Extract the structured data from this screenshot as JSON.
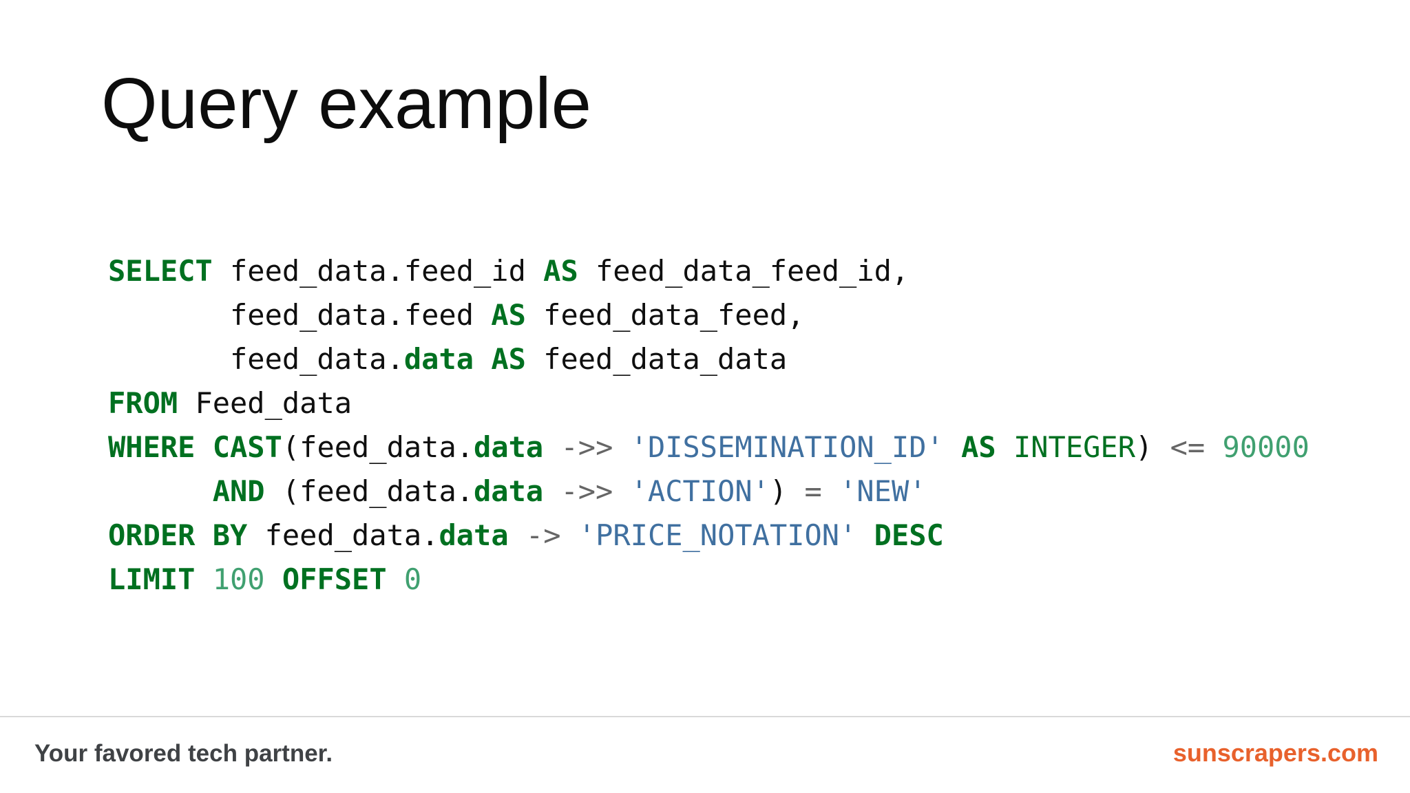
{
  "slide": {
    "title": "Query example"
  },
  "code": {
    "language": "sql",
    "plain_text": "SELECT feed_data.feed_id AS feed_data_feed_id,\n       feed_data.feed AS feed_data_feed,\n       feed_data.data AS feed_data_data\nFROM Feed_data\nWHERE CAST(feed_data.data ->> 'DISSEMINATION_ID' AS INTEGER) <= 90000\n      AND (feed_data.data ->> 'ACTION') = 'NEW'\nORDER BY feed_data.data -> 'PRICE_NOTATION' DESC\nLIMIT 100 OFFSET 0",
    "token_colors": {
      "keyword": "#007020",
      "builtin": "#007020",
      "string": "#4070a0",
      "number": "#40a070",
      "operator": "#666666",
      "text": "#0f0f0f"
    },
    "lines": [
      [
        {
          "t": "SELECT",
          "c": "kw"
        },
        {
          "t": " feed_data.feed_id ",
          "c": ""
        },
        {
          "t": "AS",
          "c": "kw"
        },
        {
          "t": " feed_data_feed_id,",
          "c": ""
        }
      ],
      [
        {
          "t": "       feed_data.feed ",
          "c": ""
        },
        {
          "t": "AS",
          "c": "kw"
        },
        {
          "t": " feed_data_feed,",
          "c": ""
        }
      ],
      [
        {
          "t": "       feed_data.",
          "c": ""
        },
        {
          "t": "data",
          "c": "kw"
        },
        {
          "t": " ",
          "c": ""
        },
        {
          "t": "AS",
          "c": "kw"
        },
        {
          "t": " feed_data_data",
          "c": ""
        }
      ],
      [
        {
          "t": "FROM",
          "c": "kw"
        },
        {
          "t": " Feed_data",
          "c": ""
        }
      ],
      [
        {
          "t": "WHERE",
          "c": "kw"
        },
        {
          "t": " ",
          "c": ""
        },
        {
          "t": "CAST",
          "c": "kw"
        },
        {
          "t": "(feed_data.",
          "c": ""
        },
        {
          "t": "data",
          "c": "kw"
        },
        {
          "t": " ",
          "c": ""
        },
        {
          "t": "->>",
          "c": "o"
        },
        {
          "t": " ",
          "c": ""
        },
        {
          "t": "'DISSEMINATION_ID'",
          "c": "s"
        },
        {
          "t": " ",
          "c": ""
        },
        {
          "t": "AS",
          "c": "kw"
        },
        {
          "t": " ",
          "c": ""
        },
        {
          "t": "INTEGER",
          "c": "nb"
        },
        {
          "t": ") ",
          "c": ""
        },
        {
          "t": "<=",
          "c": "o"
        },
        {
          "t": " ",
          "c": ""
        },
        {
          "t": "90000",
          "c": "n"
        }
      ],
      [
        {
          "t": "      ",
          "c": ""
        },
        {
          "t": "AND",
          "c": "kw"
        },
        {
          "t": " (feed_data.",
          "c": ""
        },
        {
          "t": "data",
          "c": "kw"
        },
        {
          "t": " ",
          "c": ""
        },
        {
          "t": "->>",
          "c": "o"
        },
        {
          "t": " ",
          "c": ""
        },
        {
          "t": "'ACTION'",
          "c": "s"
        },
        {
          "t": ") ",
          "c": ""
        },
        {
          "t": "=",
          "c": "o"
        },
        {
          "t": " ",
          "c": ""
        },
        {
          "t": "'NEW'",
          "c": "s"
        }
      ],
      [
        {
          "t": "ORDER",
          "c": "kw"
        },
        {
          "t": " ",
          "c": ""
        },
        {
          "t": "BY",
          "c": "kw"
        },
        {
          "t": " feed_data.",
          "c": ""
        },
        {
          "t": "data",
          "c": "kw"
        },
        {
          "t": " ",
          "c": ""
        },
        {
          "t": "->",
          "c": "o"
        },
        {
          "t": " ",
          "c": ""
        },
        {
          "t": "'PRICE_NOTATION'",
          "c": "s"
        },
        {
          "t": " ",
          "c": ""
        },
        {
          "t": "DESC",
          "c": "kw"
        }
      ],
      [
        {
          "t": "LIMIT",
          "c": "kw"
        },
        {
          "t": " ",
          "c": ""
        },
        {
          "t": "100",
          "c": "n"
        },
        {
          "t": " ",
          "c": ""
        },
        {
          "t": "OFFSET",
          "c": "kw"
        },
        {
          "t": " ",
          "c": ""
        },
        {
          "t": "0",
          "c": "n"
        }
      ]
    ]
  },
  "footer": {
    "tagline": "Your favored tech partner.",
    "website": "sunscrapers.com",
    "tagline_color": "#3f4245",
    "website_color": "#e8612c",
    "divider_color": "#d9d9d9"
  }
}
